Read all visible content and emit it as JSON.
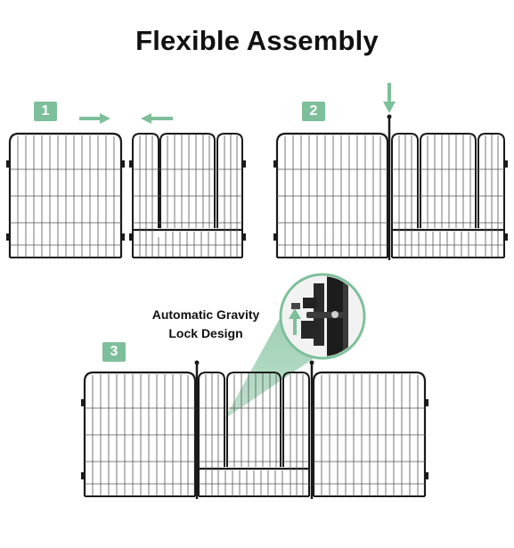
{
  "title": "Flexible Assembly",
  "steps": [
    {
      "label": "1"
    },
    {
      "label": "2"
    },
    {
      "label": "3"
    }
  ],
  "callout": {
    "line1": "Automatic Gravity",
    "line2": "Lock Design"
  },
  "colors": {
    "accent": "#7dbf9a",
    "frame": "#1a1a1a",
    "mesh": "#555555"
  }
}
